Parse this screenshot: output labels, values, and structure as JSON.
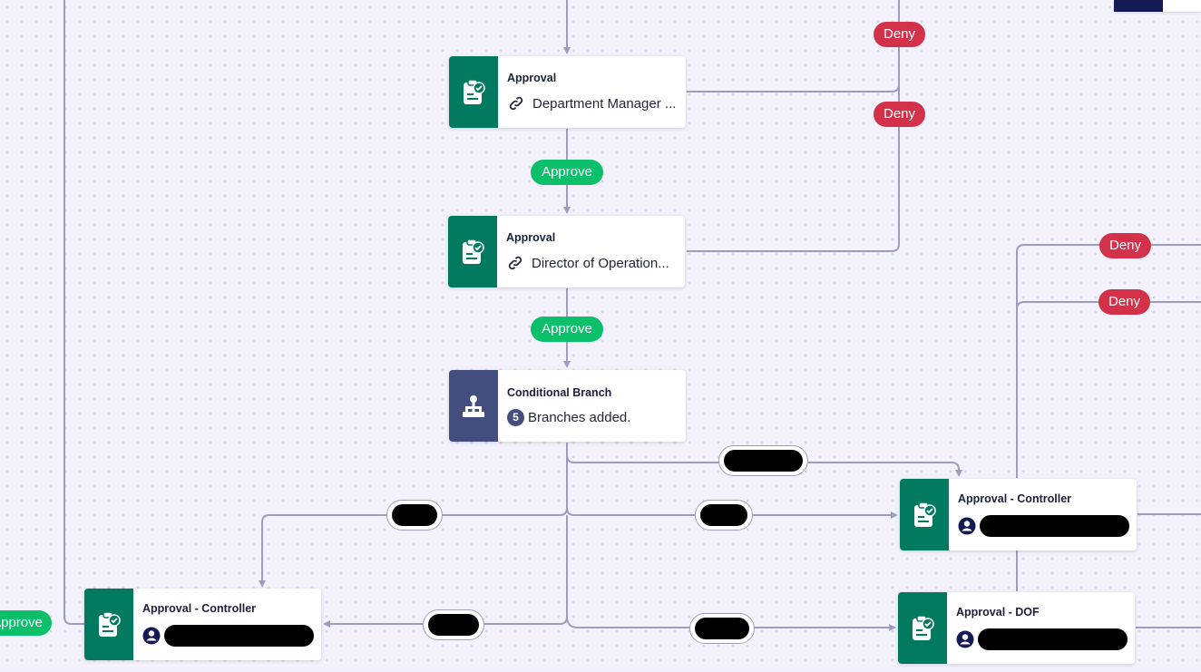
{
  "nodes": {
    "approval_1": {
      "title": "Approval",
      "subtitle": "Department Manager ...",
      "icon": "approval-clipboard-icon",
      "sub_icon": "link-icon"
    },
    "approval_2": {
      "title": "Approval",
      "subtitle": "Director of Operation...",
      "icon": "approval-clipboard-icon",
      "sub_icon": "link-icon"
    },
    "conditional_branch": {
      "title": "Conditional Branch",
      "count": "5",
      "subtitle": "Branches added.",
      "icon": "branch-hierarchy-icon"
    },
    "controller_right": {
      "title": "Approval - Controller",
      "icon": "approval-clipboard-icon",
      "sub_icon": "user-icon"
    },
    "dof_right": {
      "title": "Approval - DOF",
      "icon": "approval-clipboard-icon",
      "sub_icon": "user-icon"
    },
    "controller_left": {
      "title": "Approval - Controller",
      "icon": "approval-clipboard-icon",
      "sub_icon": "user-icon"
    }
  },
  "labels": {
    "deny_1": "Deny",
    "deny_2": "Deny",
    "deny_3": "Deny",
    "deny_4": "Deny",
    "approve_1": "Approve",
    "approve_2": "Approve",
    "approve_left": "Approve"
  },
  "colors": {
    "approval_green": "#027a5f",
    "branch_purple": "#434e7e",
    "deny_red": "#d3304a",
    "approve_green": "#0bbf6b",
    "edge": "#9c9cbc"
  }
}
